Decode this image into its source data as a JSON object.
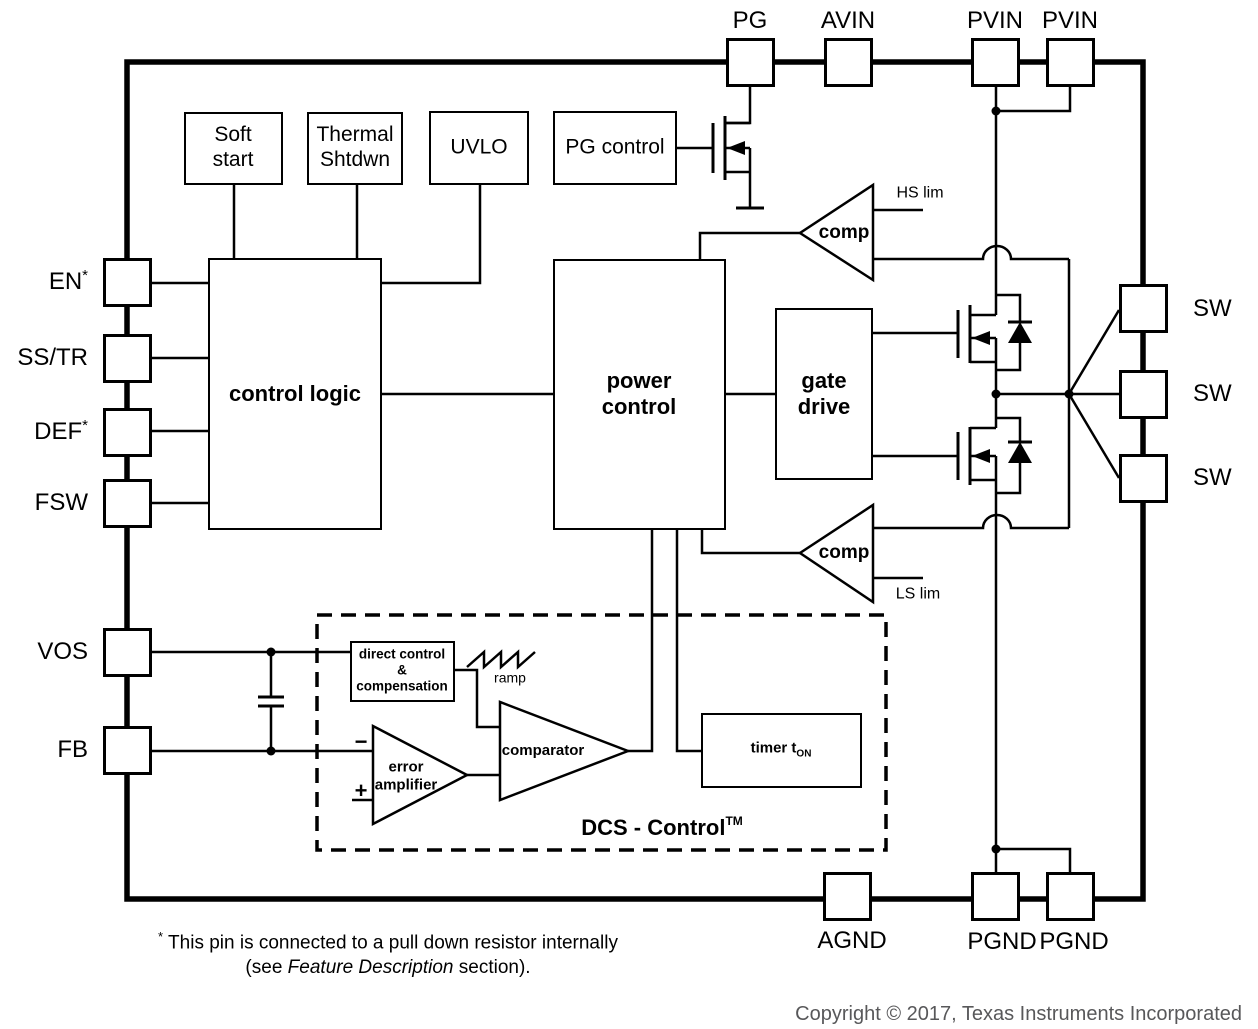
{
  "pins": {
    "top": [
      {
        "label": "PG"
      },
      {
        "label": "AVIN"
      },
      {
        "label": "PVIN"
      },
      {
        "label": "PVIN"
      }
    ],
    "left": [
      {
        "label": "EN",
        "sup": "*"
      },
      {
        "label": "SS/TR",
        "sup": ""
      },
      {
        "label": "DEF",
        "sup": "*"
      },
      {
        "label": "FSW",
        "sup": ""
      },
      {
        "label": "VOS",
        "sup": ""
      },
      {
        "label": "FB",
        "sup": ""
      }
    ],
    "right": [
      {
        "label": "SW"
      },
      {
        "label": "SW"
      },
      {
        "label": "SW"
      }
    ],
    "bottom": [
      {
        "label": "AGND"
      },
      {
        "label": "PGND"
      },
      {
        "label": "PGND"
      }
    ]
  },
  "blocks": {
    "soft_start": "Soft\nstart",
    "thermal_shutdown": "Thermal\nShtdwn",
    "uvlo": "UVLO",
    "pg_control": "PG control",
    "control_logic": "control logic",
    "power_control": "power\ncontrol",
    "gate_drive": "gate\ndrive",
    "direct_control": "direct control\n&\ncompensation",
    "error_amplifier": "error\namplifier",
    "comparator": "comparator",
    "timer_label": "timer t",
    "timer_sub": "ON",
    "hs_comp": "comp",
    "ls_comp": "comp"
  },
  "annotations": {
    "hs_lim": "HS lim",
    "ls_lim": "LS lim",
    "ramp": "ramp",
    "dcs_label": "DCS - Control",
    "dcs_tm": "TM",
    "minus_sign": "−",
    "plus_sign": "+"
  },
  "footnote": {
    "sup": "*",
    "line1": " This pin is connected to a pull down resistor internally",
    "line2_pre": "(see ",
    "line2_italic": "Feature Description",
    "line2_post": " section)."
  },
  "copyright": "Copyright © 2017, Texas Instruments Incorporated",
  "colors": {
    "line": "#000000",
    "copyright": "#58585a",
    "background": "#ffffff"
  }
}
